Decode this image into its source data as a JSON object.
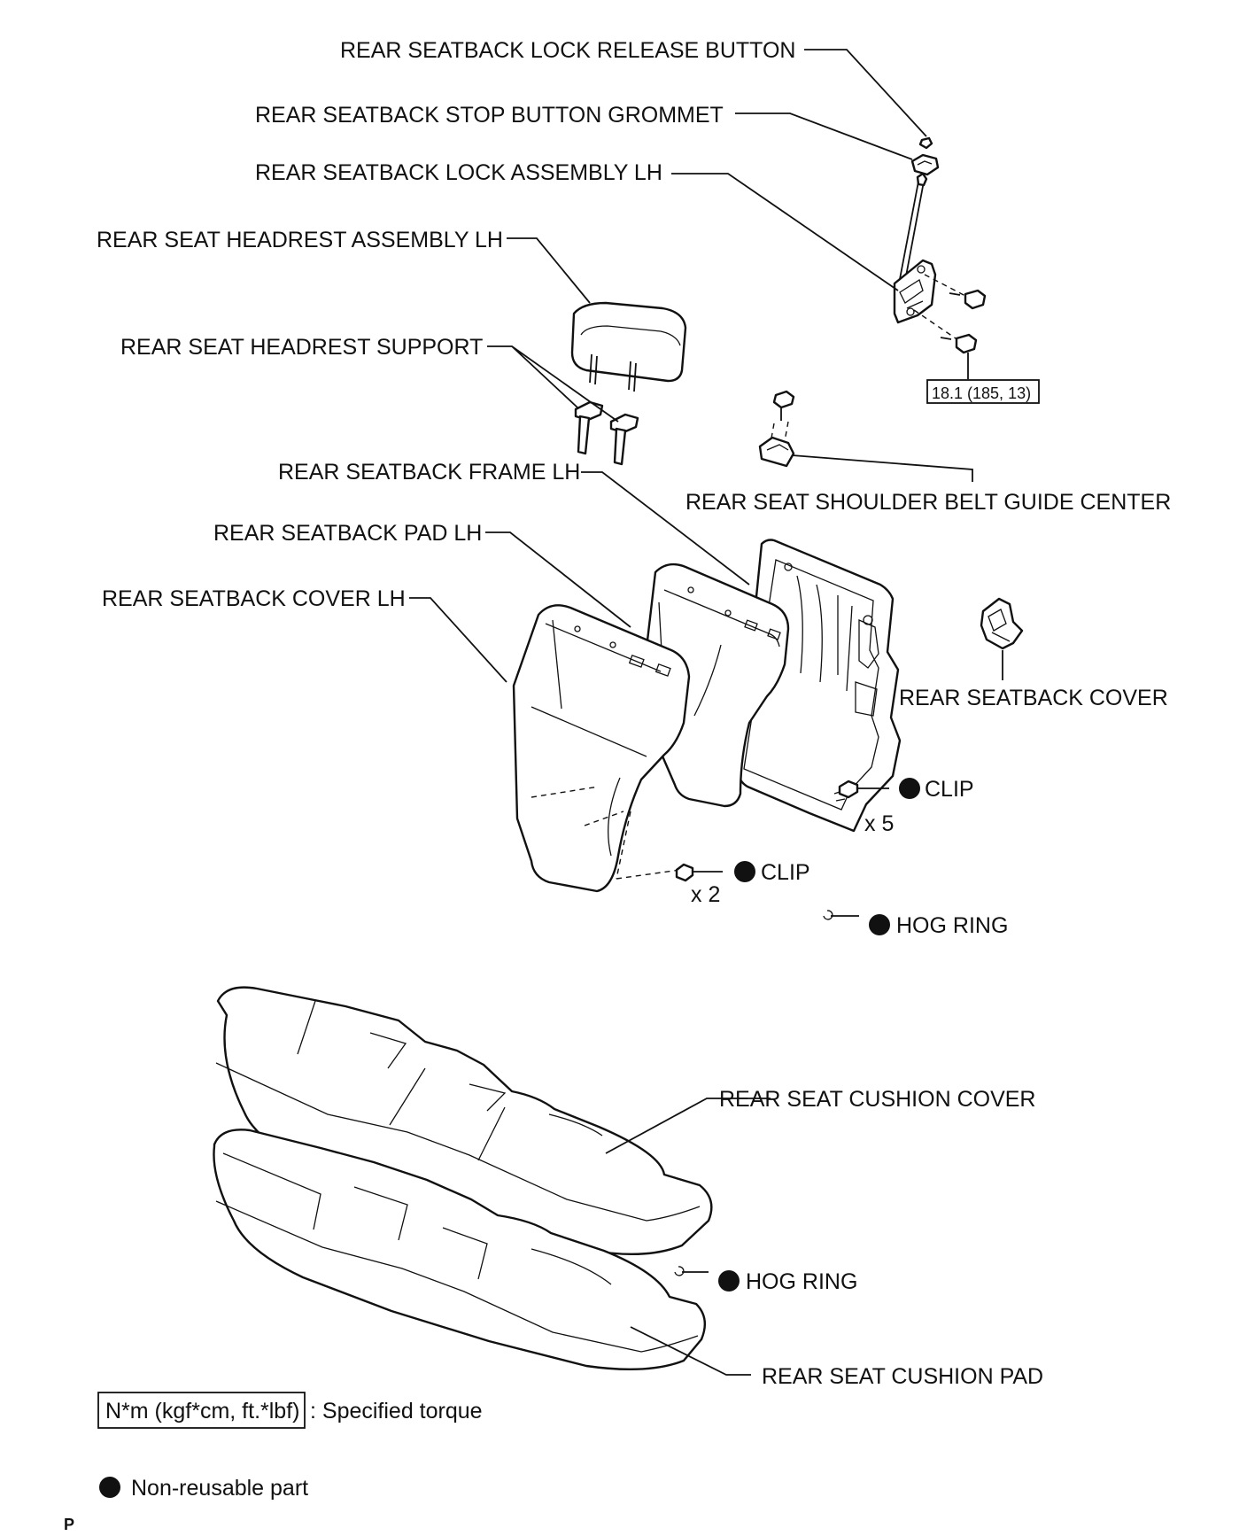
{
  "labels": {
    "lock_release_button": "REAR SEATBACK LOCK RELEASE BUTTON",
    "stop_button_grommet": "REAR SEATBACK STOP BUTTON GROMMET",
    "lock_assembly_lh": "REAR SEATBACK LOCK ASSEMBLY LH",
    "headrest_assembly_lh": "REAR SEAT HEADREST ASSEMBLY LH",
    "headrest_support": "REAR SEAT HEADREST SUPPORT",
    "seatback_frame_lh": "REAR SEATBACK FRAME LH",
    "shoulder_belt_guide_center": "REAR SEAT SHOULDER BELT GUIDE CENTER",
    "seatback_pad_lh": "REAR SEATBACK PAD LH",
    "seatback_cover_lh": "REAR SEATBACK COVER LH",
    "seatback_cover": "REAR SEATBACK COVER",
    "clip_upper": "CLIP",
    "clip_upper_qty": "x 5",
    "clip_lower": "CLIP",
    "clip_lower_qty": "x 2",
    "hog_ring_upper": "HOG RING",
    "cushion_cover": "REAR SEAT CUSHION COVER",
    "hog_ring_lower": "HOG RING",
    "cushion_pad": "REAR SEAT CUSHION PAD"
  },
  "torque": {
    "lock_bolt": "18.1 (185, 13)"
  },
  "legend": {
    "torque_unit": "N*m (kgf*cm, ft.*lbf)",
    "torque_text": ": Specified torque",
    "non_reusable_text": "Non-reusable part"
  },
  "footer_code": "P"
}
